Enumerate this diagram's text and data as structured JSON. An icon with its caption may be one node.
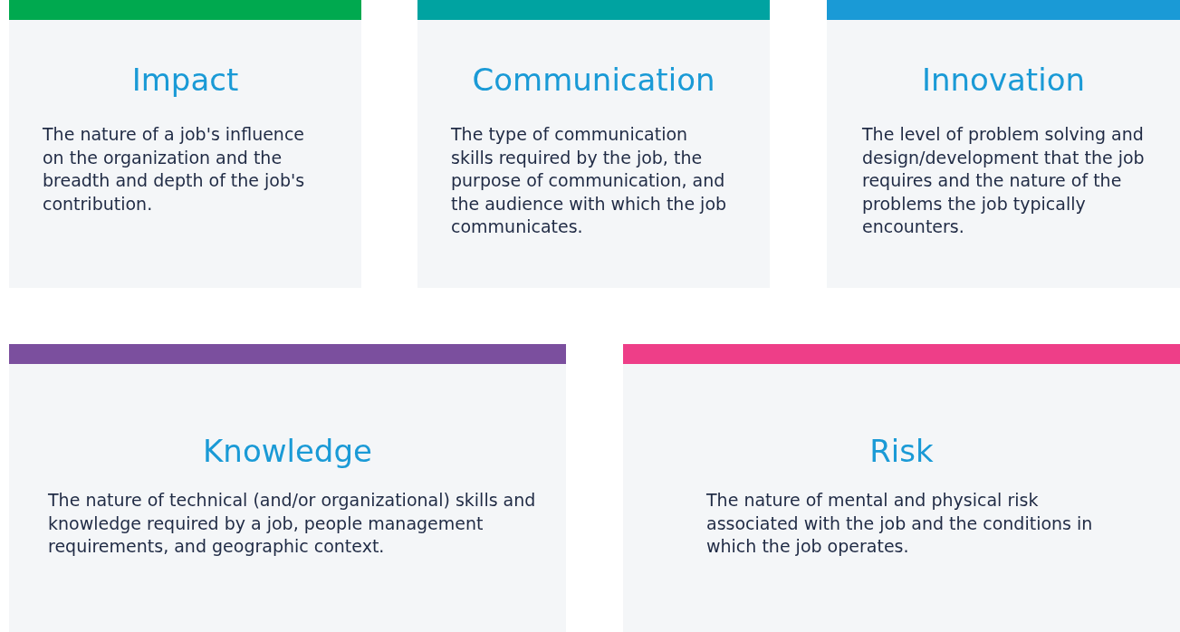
{
  "diagram": {
    "nodes": [
      {
        "text": [
          "Impact",
          "The nature of a job's influence on the organization and the breadth and depth of the job's contribution."
        ]
      },
      {
        "text": [
          "Communication",
          "The type of communication skills required by the job, the purpose of communication, and the audience with which the job communicates."
        ]
      },
      {
        "text": [
          "Innovation",
          "The level of problem solving and design/development that the job requires and the nature of the problems the job typically encounters."
        ]
      },
      {
        "text": [
          "Knowledge",
          "The nature of technical (and/or organizational) skills and knowledge required by a job, people management requirements, and geographic context."
        ]
      },
      {
        "text": [
          "Risk",
          "The nature of mental and physical risk associated with the job and the conditions in which the job operates."
        ]
      }
    ],
    "edges": []
  }
}
